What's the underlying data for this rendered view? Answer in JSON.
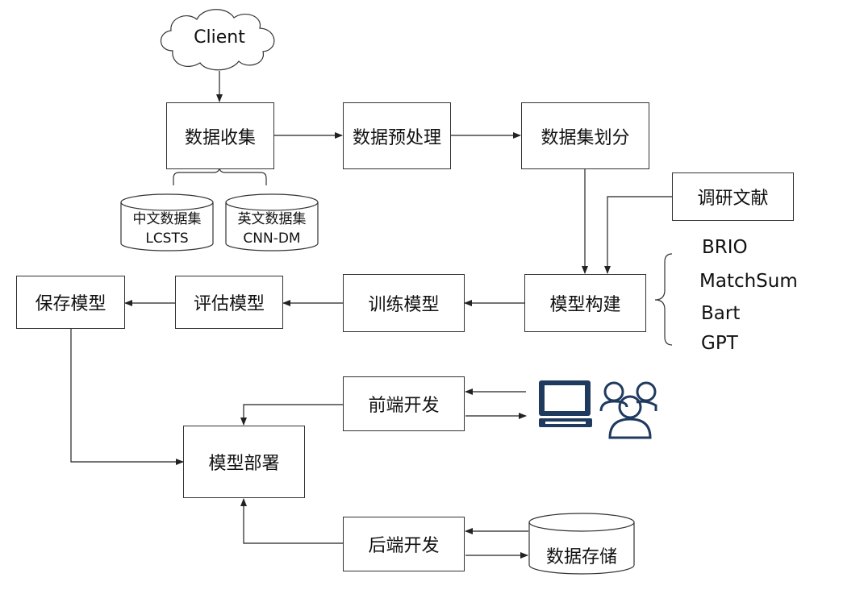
{
  "client": "Client",
  "nodes": {
    "collect": "数据收集",
    "preprocess": "数据预处理",
    "split": "数据集划分",
    "research": "调研文献",
    "build": "模型构建",
    "train": "训练模型",
    "evaluate": "评估模型",
    "save": "保存模型",
    "deploy": "模型部署",
    "frontend": "前端开发",
    "backend": "后端开发"
  },
  "datasets": {
    "cn": {
      "line1": "中文数据集",
      "line2": "LCSTS"
    },
    "en": {
      "line1": "英文数据集",
      "line2": "CNN-DM"
    }
  },
  "storage": "数据存储",
  "models": [
    "BRIO",
    "MatchSum",
    "Bart",
    "GPT"
  ],
  "icons": {
    "computer": "computer-icon",
    "users": "users-icon"
  },
  "colors": {
    "line": "#333333",
    "icon": "#1f3a5f"
  }
}
